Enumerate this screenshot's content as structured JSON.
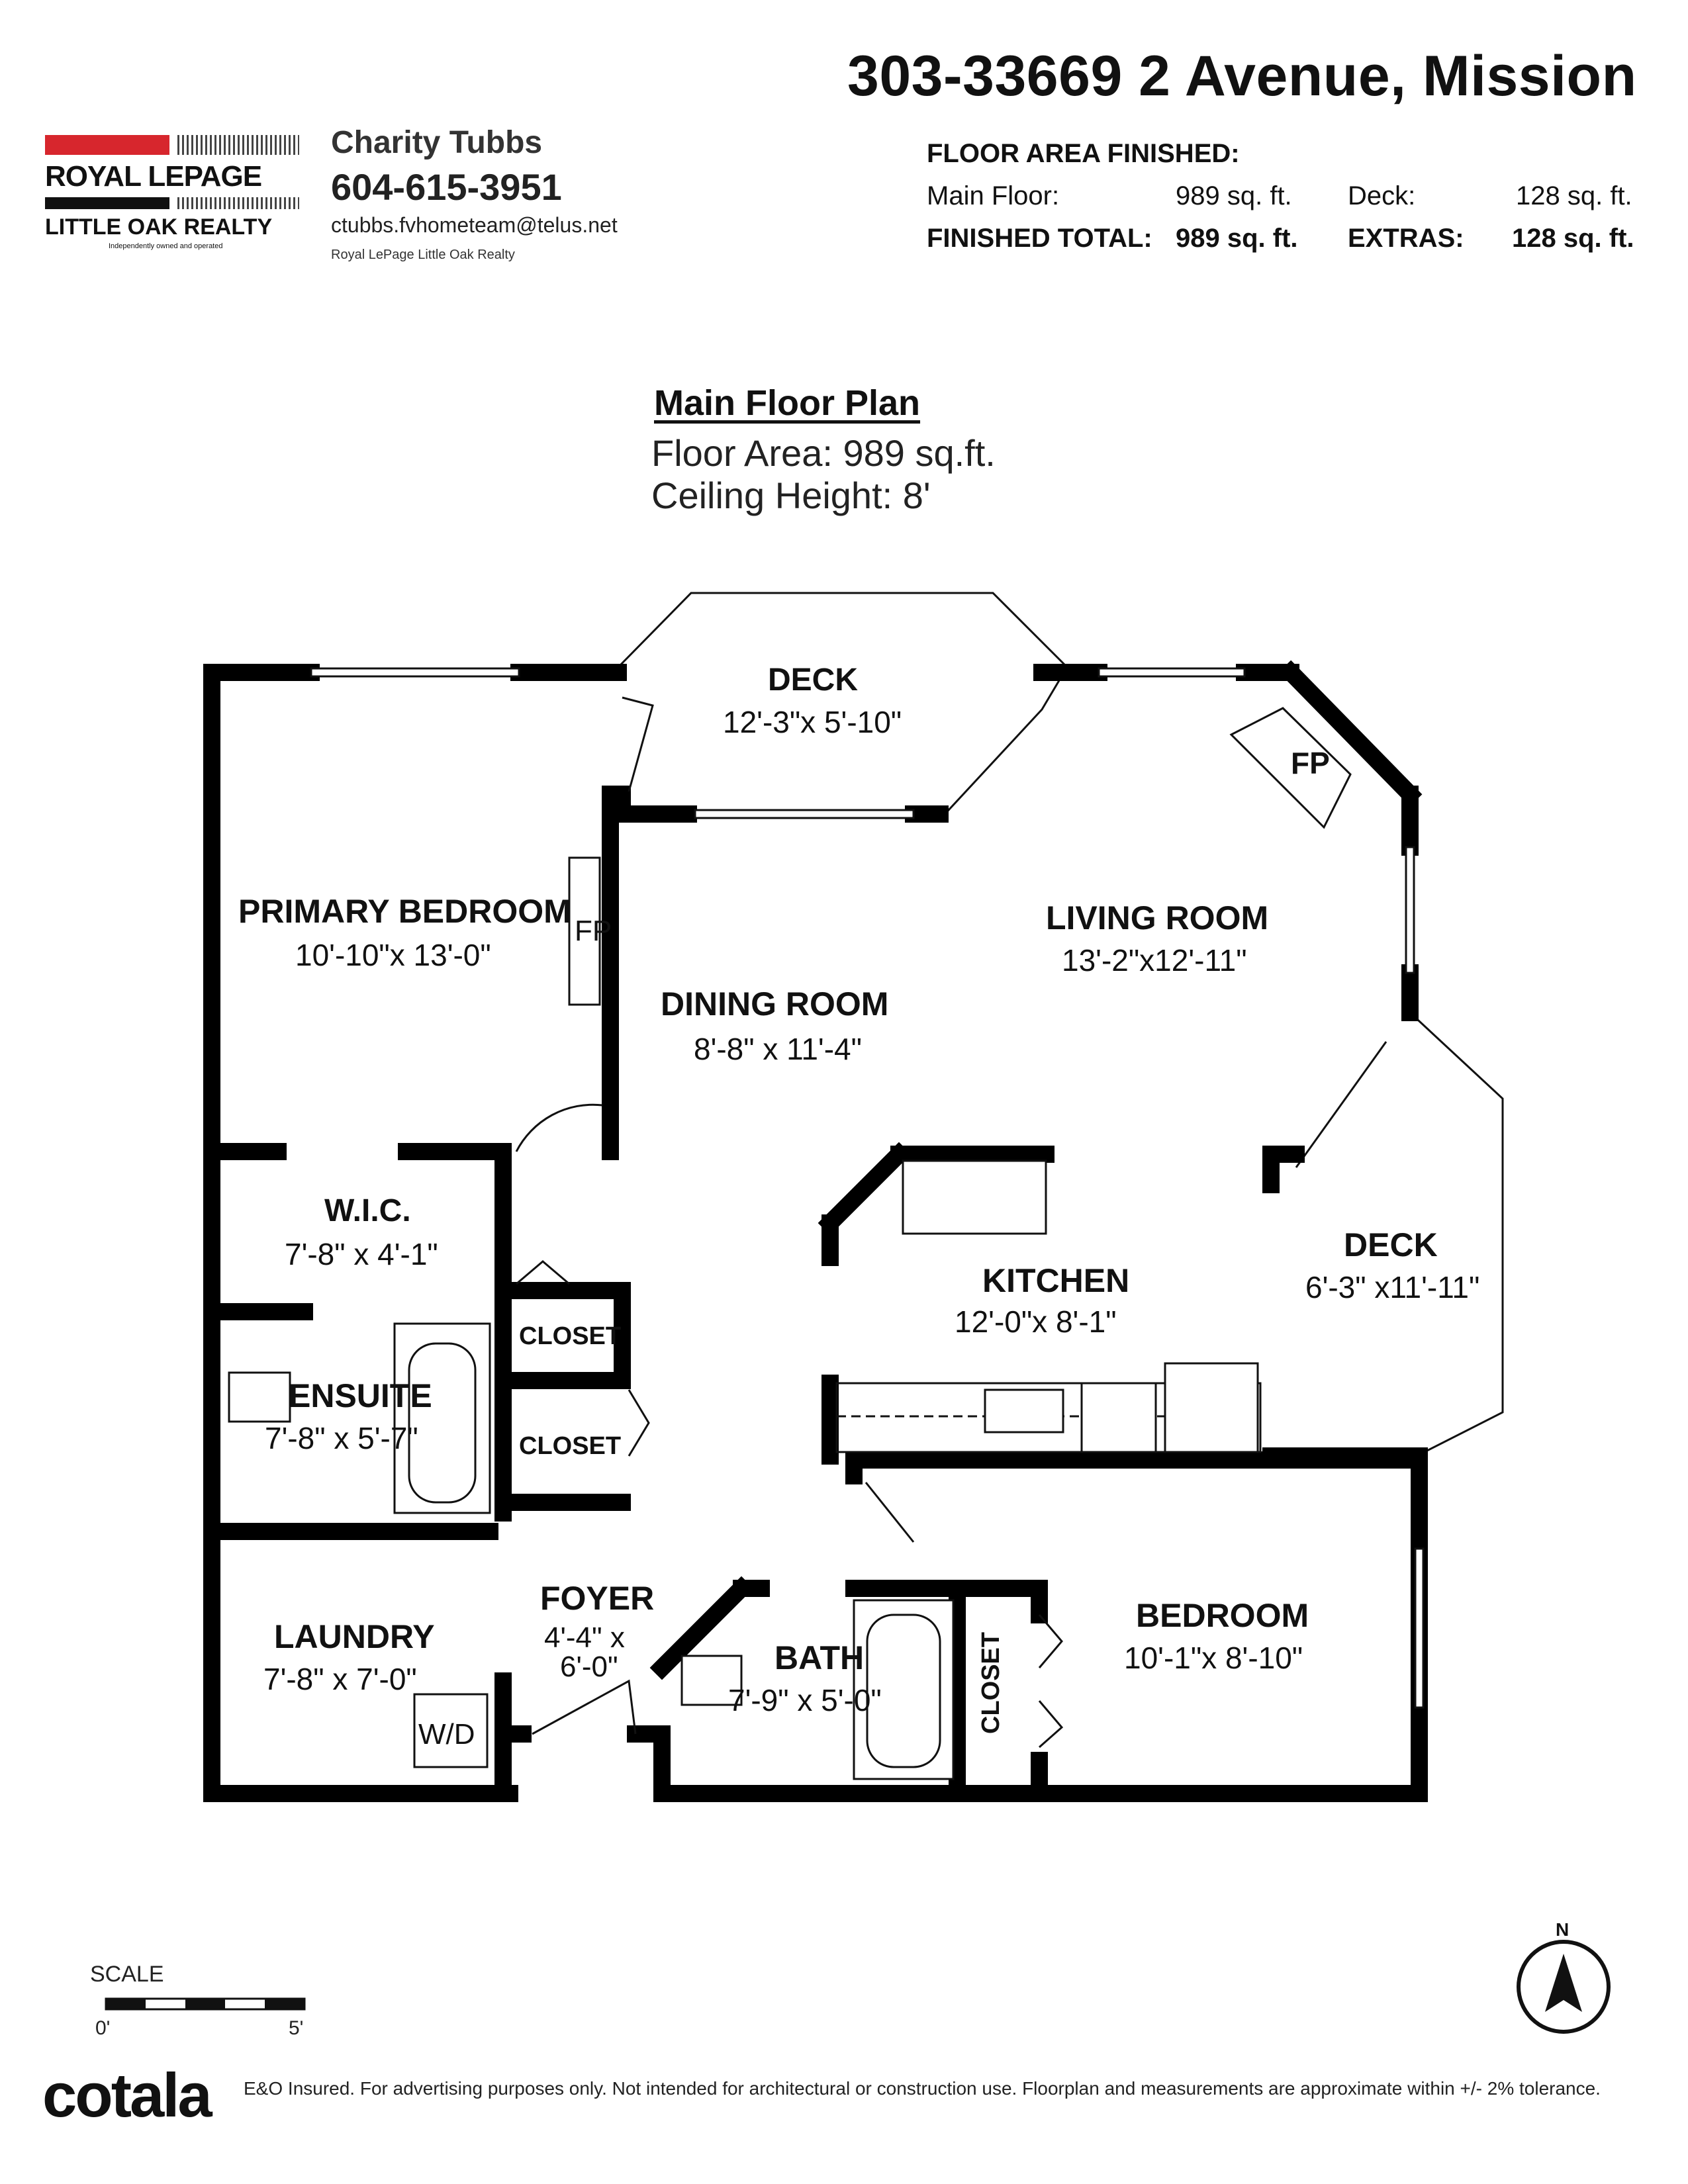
{
  "header": {
    "address": "303-33669 2 Avenue, Mission"
  },
  "brand": {
    "logo_line1": "ROYAL LEPAGE",
    "logo_line2": "LITTLE OAK REALTY",
    "logo_tagline": "Independently owned and operated",
    "red": "#d7262d"
  },
  "agent": {
    "name": "Charity Tubbs",
    "phone": "604-615-3951",
    "email": "ctubbs.fvhometeam@telus.net",
    "brokerage": "Royal LePage Little Oak Realty"
  },
  "floor_area": {
    "heading": "FLOOR AREA FINISHED:",
    "main_label": "Main Floor:",
    "main_value": "989 sq. ft.",
    "deck_label": "Deck:",
    "deck_value": "128 sq. ft.",
    "total_label": "FINISHED TOTAL:",
    "total_value": "989 sq. ft.",
    "extras_label": "EXTRAS:",
    "extras_value": "128 sq. ft."
  },
  "plan": {
    "title": "Main Floor Plan",
    "floor_area": "Floor Area: 989 sq.ft.",
    "ceiling": "Ceiling Height: 8'"
  },
  "rooms": {
    "deck_top": {
      "name": "DECK",
      "dims": "12'-3\"x 5'-10\""
    },
    "primary_bedroom": {
      "name": "PRIMARY BEDROOM",
      "dims": "10'-10\"x 13'-0\""
    },
    "living_room": {
      "name": "LIVING ROOM",
      "dims": "13'-2\"x12'-11\""
    },
    "dining_room": {
      "name": "DINING ROOM",
      "dims": "8'-8\" x 11'-4\""
    },
    "wic": {
      "name": "W.I.C.",
      "dims": "7'-8\" x 4'-1\""
    },
    "kitchen": {
      "name": "KITCHEN",
      "dims": "12'-0\"x 8'-1\""
    },
    "deck_right": {
      "name": "DECK",
      "dims": "6'-3\" x11'-11\""
    },
    "closet_1": {
      "name": "CLOSET"
    },
    "closet_2": {
      "name": "CLOSET"
    },
    "ensuite": {
      "name": "ENSUITE",
      "dims": "7'-8\" x 5'-7\""
    },
    "laundry": {
      "name": "LAUNDRY",
      "dims": "7'-8\" x 7'-0\""
    },
    "foyer": {
      "name": "FOYER",
      "dims_1": "4'-4\" x",
      "dims_2": "6'-0\""
    },
    "bath": {
      "name": "BATH",
      "dims": "7'-9\" x 5'-0\""
    },
    "bedroom": {
      "name": "BEDROOM",
      "dims": "10'-1\"x 8'-10\""
    },
    "closet_3": {
      "name": "CLOSET"
    }
  },
  "fixtures": {
    "fp_living": "FP",
    "fp_bedroom": "FP",
    "washer_dryer": "W/D"
  },
  "compass": {
    "label": "N"
  },
  "scale": {
    "label": "SCALE",
    "start": "0'",
    "end": "5'"
  },
  "footer": {
    "logo": "cotala",
    "disclaimer": "E&O Insured. For advertising purposes only. Not intended for architectural or construction use. Floorplan and measurements are approximate within +/- 2% tolerance."
  }
}
